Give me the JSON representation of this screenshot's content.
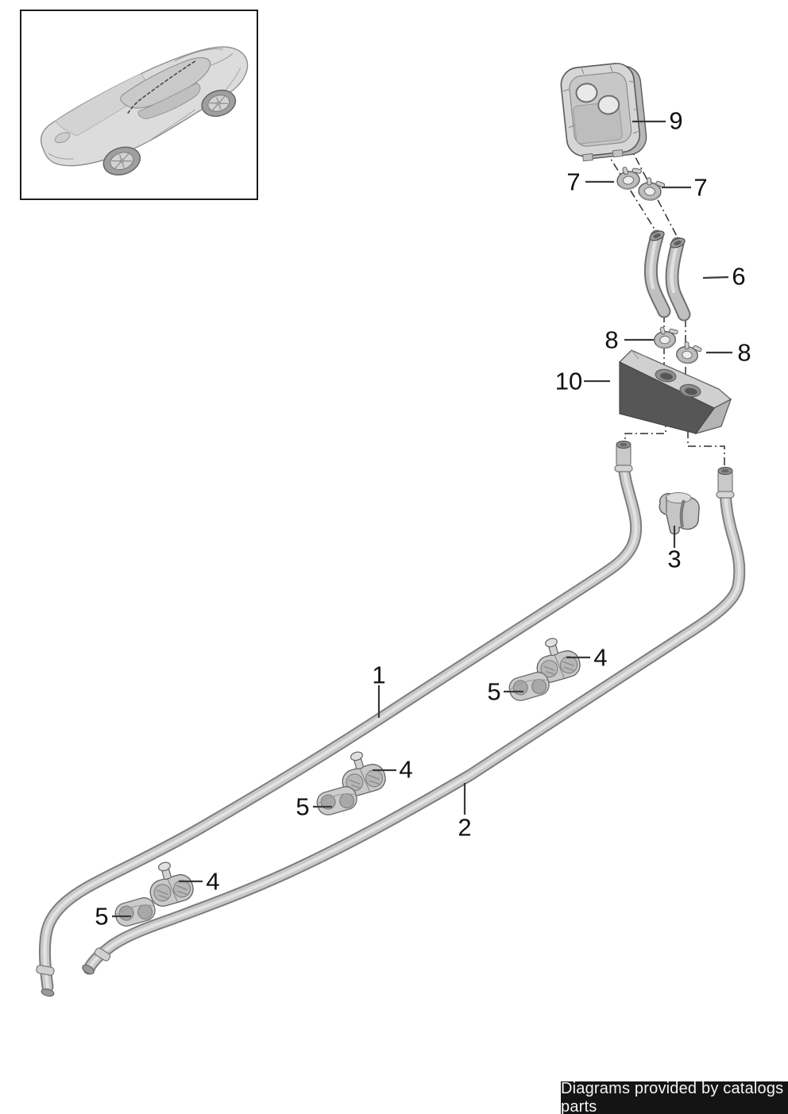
{
  "page": {
    "background": "#ffffff"
  },
  "inset": {
    "icon": "vehicle-isometric-thumbnail"
  },
  "callouts": {
    "n1": "1",
    "n2": "2",
    "n3": "3",
    "n4": "4",
    "n5": "5",
    "n6": "6",
    "n7": "7",
    "n8": "8",
    "n9": "9",
    "n10": "10"
  },
  "colors": {
    "leader_line": "#3a3a3a",
    "pipe_fill": "#c8c8c8",
    "pipe_outline": "#7d7d7d",
    "block_front_face": "#565656",
    "footer_background": "#141414",
    "footer_text": "#f5f5f5"
  },
  "footer": {
    "text": "Diagrams provided by catalogs parts"
  }
}
